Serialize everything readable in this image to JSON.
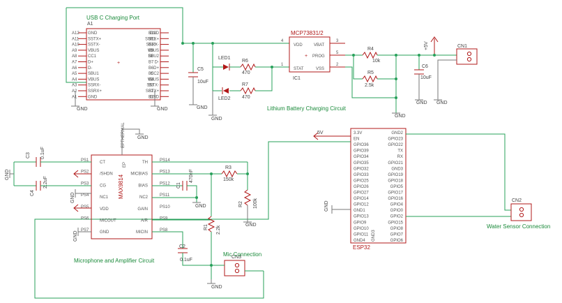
{
  "titles": {
    "usb": "USB C Charging Port",
    "charging": "Lithium Battery Charging Circuit",
    "mic_amp": "Microphone and Amplifier Circuit",
    "water": "Water Sensor Connection",
    "mic_conn": "Mic Connection"
  },
  "usb_conn": {
    "left_pins": [
      "A1",
      "A12",
      "A11",
      "A10",
      "A9",
      "A8",
      "A7",
      "A6",
      "A5",
      "A4",
      "A3",
      "A2",
      "A1"
    ],
    "right_pins": [
      "B12",
      "B11",
      "B10",
      "B9",
      "B8",
      "B7",
      "B6",
      "B5",
      "B4",
      "B3",
      "B2",
      "B1"
    ],
    "left_labels": [
      "GND",
      "SSTX+",
      "SSTX-",
      "VBUS",
      "CC1",
      "D+",
      "D-",
      "SBU1",
      "VBUS",
      "SSRX-",
      "SSRX+",
      "GND"
    ],
    "right_labels": [
      "GND",
      "SSRX+",
      "SSRX-",
      "VBUS",
      "SBU2",
      "D-",
      "D+",
      "CC2",
      "VBUS",
      "SSTX-",
      "SSTX+",
      "GND"
    ],
    "ref": "A1"
  },
  "mcp": {
    "name": "MCP73831/2",
    "ref": "IC1",
    "pins_left": [
      "VDD",
      "STAT"
    ],
    "pins_right": [
      "VBAT",
      "PROG",
      "VSS"
    ],
    "pin_nums": [
      "4",
      "1",
      "3",
      "5",
      "2"
    ]
  },
  "components": {
    "led1": "LED1",
    "led2": "LED2",
    "r6": "R6",
    "r6v": "470",
    "r7": "R7",
    "r7v": "470",
    "r4": "R4",
    "r4v": "10k",
    "r5": "R5",
    "r5v": "2.5k",
    "c5": "C5",
    "c5v": "10uF",
    "c6": "C6",
    "c6v": "10uF",
    "cn1": "CN1",
    "cn2": "CN2",
    "cn3": "CN3",
    "c3": "C3",
    "c3v": "0.1uF",
    "c4": "C4",
    "c4v": "2.2uF",
    "c1": "C1",
    "c1v": "470nF",
    "c2": "C2",
    "c2v": "0.1uF",
    "r3": "R3",
    "r3v": "150k",
    "r2": "R2",
    "r2v": "100k",
    "r1": "R1",
    "r1v": "2.2k"
  },
  "power": {
    "gnd": "GND",
    "v5": "5V",
    "plus5": "+5V"
  },
  "max": {
    "name": "MAX9814",
    "ep": "EP",
    "thermal": "EPTHERMAL",
    "left_pins": [
      "CT",
      "/SHDN",
      "CG",
      "NC1",
      "VDD",
      "MICOUT",
      "GND"
    ],
    "left_nums": [
      "PS1",
      "PS2",
      "PS3",
      "PS4",
      "PS5",
      "PS6",
      "PS7"
    ],
    "right_pins": [
      "TH",
      "MICBIAS",
      "BIAS",
      "NC2",
      "GAIN",
      "A/R",
      "MICIN"
    ],
    "right_nums": [
      "PS14",
      "PS13",
      "PS12",
      "PS11",
      "PS10",
      "PS9",
      "PS8"
    ]
  },
  "esp": {
    "name": "ESP32",
    "gnd3": "GND3",
    "left_pins": [
      "3.3V",
      "EN",
      "GPIO36",
      "GPIO39",
      "GPIO34",
      "GPIO35",
      "GPIO32",
      "GPIO33",
      "GPIO25",
      "GPIO26",
      "GPIO27",
      "GPIO14",
      "GPIO12",
      "GND1",
      "GPIO13",
      "GPIO9",
      "GPIO10",
      "GPIO11",
      "GND4"
    ],
    "right_pins": [
      "GND2",
      "GPIO23",
      "GPIO22",
      "TX",
      "RX",
      "GPIO21",
      "GND3",
      "GPIO19",
      "GPIO18",
      "GPIO5",
      "GPIO17",
      "GPIO16",
      "GPIO4",
      "GPIO0",
      "GPIO2",
      "GPIO15",
      "GPIO8",
      "GPIO7",
      "GPIO6"
    ]
  }
}
